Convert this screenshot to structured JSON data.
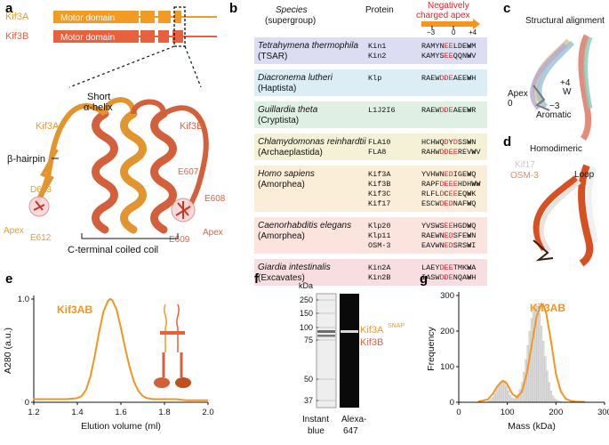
{
  "panels": {
    "a": {
      "letter": "a",
      "kif3a_label": "Kif3A",
      "kif3b_label": "Kif3B",
      "motor_label": "Motor domain",
      "short_helix_line1": "Short",
      "short_helix_line2": "α-helix",
      "left_chain": "Kif3A",
      "right_chain": "Kif3B",
      "hairpin": "β-hairpin",
      "d613": "D613",
      "e612": "E612",
      "apex_left": "Apex",
      "e607": "E607",
      "e608": "E608",
      "e609": "E609",
      "apex_right": "Apex",
      "coiled_coil": "C-terminal coiled coil"
    },
    "b": {
      "letter": "b",
      "col_species": "Species",
      "col_supergroup": "(supergroup)",
      "col_protein": "Protein",
      "apex_header_1": "Negatively",
      "apex_header_2": "charged apex",
      "pos_m3": "−3",
      "pos_0": "0",
      "pos_p4": "+4",
      "groups": [
        {
          "species": "Tetrahymena thermophila",
          "supergroup": "(TSAR)",
          "color": "#dcdcf2",
          "rows": [
            {
              "protein": "Kin1",
              "seq": "RAMYNEELDEWM"
            },
            {
              "protein": "Kin2",
              "seq": "KAMYSEEQQNWV"
            }
          ]
        },
        {
          "species": "Diacronema lutheri",
          "supergroup": "(Haptista)",
          "color": "#dcedf5",
          "rows": [
            {
              "protein": "Klp",
              "seq": "RAEWDDEAEEWH"
            }
          ]
        },
        {
          "species": "Guillardia theta",
          "supergroup": "(Cryptista)",
          "color": "#dff0e3",
          "rows": [
            {
              "protein": "L1J2I6",
              "seq": "RAEWDDEAEEWR"
            }
          ]
        },
        {
          "species": "Chlamydomonas reinhardtii",
          "supergroup": "(Archaeplastida)",
          "color": "#f5f1d6",
          "rows": [
            {
              "protein": "FLA10",
              "seq": "HCHWQDYDSSWN"
            },
            {
              "protein": "FLA8",
              "seq": "RAHWDDEEREVWV"
            }
          ]
        },
        {
          "species": "Homo sapiens",
          "supergroup": "(Amorphea)",
          "color": "#fbeed8",
          "rows": [
            {
              "protein": "Kif3A",
              "seq": "YVHWNEDIGEWQ"
            },
            {
              "protein": "Kif3B",
              "seq": "RAPFDEEEHDHWW"
            },
            {
              "protein": "Kif3C",
              "seq": "RLFLDCEEEQWK"
            },
            {
              "protein": "Kif17",
              "seq": "ESCWDEDNAFWQ"
            }
          ]
        },
        {
          "species": "Caenorhabditis elegans",
          "supergroup": "(Amorphea)",
          "color": "#fbe3de",
          "rows": [
            {
              "protein": "Klp20",
              "seq": "YVSWSEEHGDWQ"
            },
            {
              "protein": "Klp11",
              "seq": "RAEWNEDSFEWN"
            },
            {
              "protein": "OSM-3",
              "seq": "EAVWNEDSRSWI"
            }
          ]
        },
        {
          "species": "Giardia intestinalis",
          "supergroup": "(Excavates)",
          "color": "#f8dee0",
          "rows": [
            {
              "protein": "Kin2A",
              "seq": "LAEYDEETMKWA"
            },
            {
              "protein": "Kin2B",
              "seq": "IASWDDENQAWH"
            }
          ]
        }
      ]
    },
    "c": {
      "letter": "c",
      "title": "Structural alignment",
      "apex": "Apex",
      "zero": "0",
      "plus4": "+4",
      "w": "W",
      "minus3": "−3",
      "aromatic": "Aromatic"
    },
    "d": {
      "letter": "d",
      "title": "Homodimeric",
      "kif17": "Kif17",
      "osm3": "OSM-3",
      "loop": "Loop"
    },
    "e": {
      "letter": "e"
    },
    "f": {
      "letter": "f",
      "kda": "kDa",
      "lane1_line1": "Instant",
      "lane1_line2": "blue",
      "lane2_line1": "Alexa-",
      "lane2_line2": "647",
      "band1": "Kif3A",
      "band1_sup": "SNAP",
      "band2": "Kif3B",
      "markers": [
        "250",
        "150",
        "100",
        "75",
        "50",
        "37"
      ]
    },
    "g": {
      "letter": "g"
    }
  },
  "colors": {
    "kif3a": "#f29a22",
    "kif3b": "#e8603c",
    "apex_red": "#e8202a",
    "curve": "#f7941d"
  },
  "chart_data": [
    {
      "panel": "e",
      "type": "line",
      "title": "",
      "series_label": "Kif3AB",
      "xlabel": "Elution volume (ml)",
      "ylabel": "A280 (a.u.)",
      "xlim": [
        1.2,
        2.0
      ],
      "ylim": [
        0,
        1.0
      ],
      "xticks": [
        "1.2",
        "1.4",
        "1.6",
        "1.8",
        "2.0"
      ],
      "yticks": [
        "0",
        "1.0"
      ],
      "x": [
        1.2,
        1.25,
        1.3,
        1.35,
        1.4,
        1.42,
        1.44,
        1.46,
        1.48,
        1.5,
        1.52,
        1.54,
        1.55,
        1.56,
        1.58,
        1.6,
        1.62,
        1.64,
        1.66,
        1.68,
        1.7,
        1.72,
        1.75,
        1.8,
        1.85,
        1.9,
        1.95,
        2.0
      ],
      "y": [
        0.03,
        0.03,
        0.03,
        0.03,
        0.04,
        0.06,
        0.12,
        0.25,
        0.45,
        0.68,
        0.88,
        0.98,
        1.0,
        0.99,
        0.9,
        0.72,
        0.52,
        0.34,
        0.2,
        0.11,
        0.06,
        0.04,
        0.03,
        0.03,
        0.03,
        0.02,
        0.02,
        0.02
      ]
    },
    {
      "panel": "g",
      "type": "bar",
      "title": "",
      "series_label": "Kif3AB",
      "xlabel": "Mass (kDa)",
      "ylabel": "Frequency",
      "xlim": [
        0,
        300
      ],
      "ylim": [
        0,
        300
      ],
      "xticks": [
        "0",
        "100",
        "200",
        "300"
      ],
      "yticks": [
        "0",
        "100",
        "200",
        "300"
      ],
      "bins_x": [
        62,
        66,
        70,
        74,
        78,
        82,
        86,
        90,
        94,
        98,
        102,
        106,
        110,
        114,
        118,
        122,
        126,
        130,
        134,
        138,
        142,
        146,
        150,
        154,
        158,
        162,
        166,
        170,
        174,
        178,
        182,
        186,
        190,
        194,
        198,
        202,
        206,
        210,
        214,
        218,
        222
      ],
      "bins_y": [
        4,
        8,
        14,
        24,
        36,
        48,
        56,
        60,
        56,
        46,
        32,
        20,
        12,
        10,
        14,
        22,
        36,
        56,
        84,
        120,
        160,
        200,
        236,
        262,
        276,
        270,
        250,
        214,
        172,
        128,
        88,
        56,
        32,
        18,
        10,
        6,
        3,
        2,
        1,
        1,
        0
      ],
      "fit_x": [
        40,
        60,
        70,
        80,
        90,
        95,
        100,
        110,
        120,
        130,
        140,
        150,
        160,
        170,
        175,
        180,
        190,
        200,
        210,
        220,
        230,
        240,
        260
      ],
      "fit_y": [
        2,
        8,
        24,
        46,
        60,
        58,
        50,
        24,
        14,
        30,
        80,
        160,
        240,
        276,
        270,
        250,
        170,
        80,
        30,
        10,
        4,
        2,
        1
      ]
    }
  ]
}
